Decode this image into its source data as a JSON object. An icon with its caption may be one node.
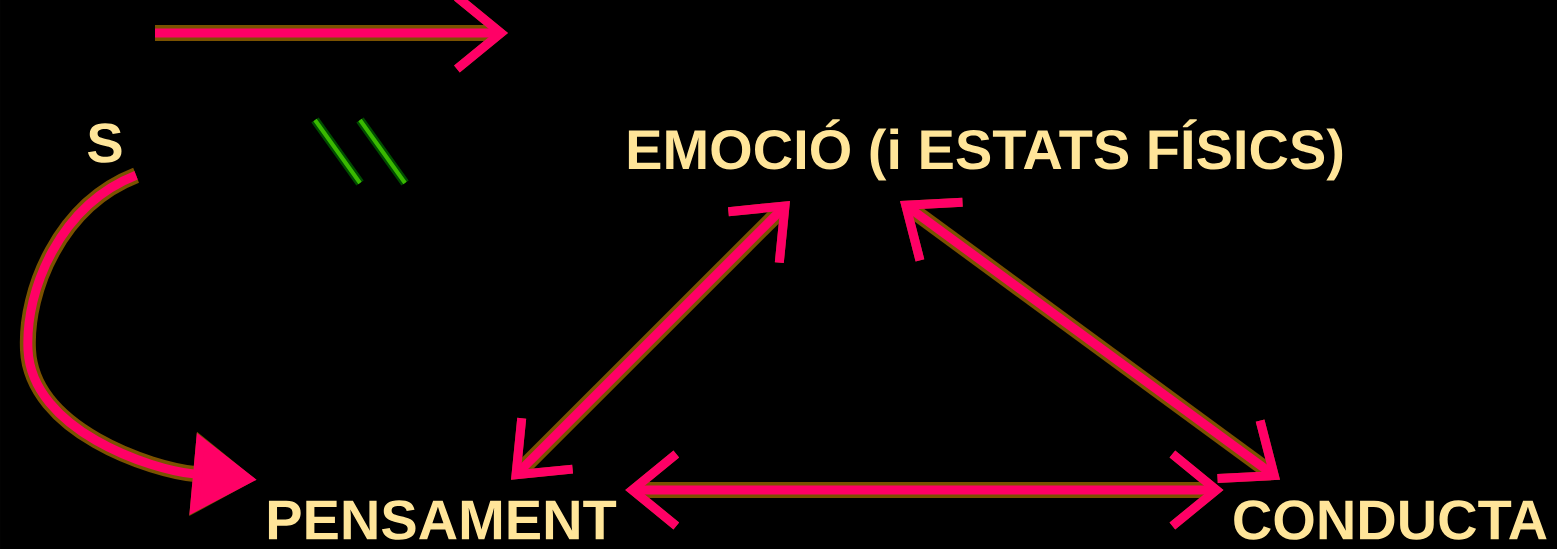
{
  "diagram": {
    "nodes": [
      {
        "text": [
          "S"
        ]
      },
      {
        "text": [
          "EMOCIÓ (i ESTATS FÍSICS)"
        ]
      },
      {
        "text": [
          "PENSAMENT"
        ]
      },
      {
        "text": [
          "CONDUCTA"
        ]
      }
    ],
    "edges": [
      {
        "from": 0,
        "to": 2,
        "arrow": "to"
      },
      {
        "from": 2,
        "to": 1,
        "arrow": "both"
      },
      {
        "from": 1,
        "to": 3,
        "arrow": "both"
      },
      {
        "from": 2,
        "to": 3,
        "arrow": "both"
      }
    ]
  }
}
